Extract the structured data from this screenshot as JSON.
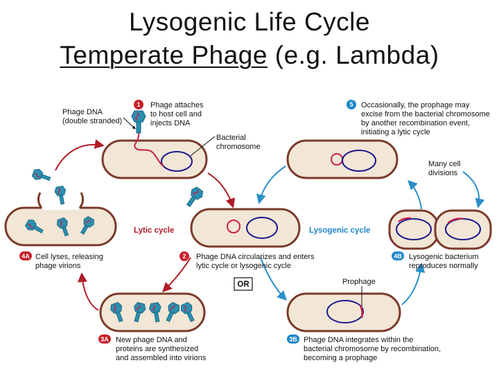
{
  "title": {
    "line1": "Lysogenic Life Cycle",
    "line2_underlined": "Temperate Phage",
    "line2_rest": " (e.g. Lambda)"
  },
  "labels": {
    "phage_dna": [
      "Phage DNA",
      "(double stranded)"
    ],
    "bacterial_chromosome": [
      "Bacterial",
      "chromosome"
    ],
    "lytic_cycle": "Lytic cycle",
    "lysogenic_cycle": "Lysogenic cycle",
    "many_cell_divisions": [
      "Many cell",
      "divisions"
    ],
    "or": "OR",
    "prophage": "Prophage"
  },
  "steps": [
    {
      "badge": "1",
      "color": "#c8202a",
      "lines": [
        "Phage attaches",
        "to host cell and",
        "injects DNA"
      ]
    },
    {
      "badge": "2",
      "color": "#c8202a",
      "lines": [
        "Phage DNA circularizes and enters",
        "lytic cycle or lysogenic cycle"
      ]
    },
    {
      "badge": "3A",
      "color": "#c8202a",
      "lines": [
        "New phage DNA and",
        "proteins are synthesized",
        "and assembled into virions"
      ]
    },
    {
      "badge": "4A",
      "color": "#c8202a",
      "lines": [
        "Cell lyses, releasing",
        "phage virions"
      ]
    },
    {
      "badge": "3B",
      "color": "#1e86c8",
      "lines": [
        "Phage DNA integrates within the",
        "bacterial chromosome by recombination,",
        "becoming a prophage"
      ]
    },
    {
      "badge": "4B",
      "color": "#1e86c8",
      "lines": [
        "Lysogenic bacterium",
        "reproduces normally"
      ]
    },
    {
      "badge": "5",
      "color": "#1e86c8",
      "lines": [
        "Occasionally, the prophage may",
        "excise from the bacterial chromosome",
        "by another recombination event,",
        "initiating a lytic cycle"
      ]
    }
  ],
  "colors": {
    "cell_fill": "#f2e6d6",
    "cell_stroke": "#7a3a2a",
    "chromosome": "#1a1a8c",
    "phage_dna": "#c8204a",
    "phage_body": "#2a8fb0",
    "lytic_arrow": "#b01c28",
    "lysogenic_arrow": "#2a8fc8"
  }
}
